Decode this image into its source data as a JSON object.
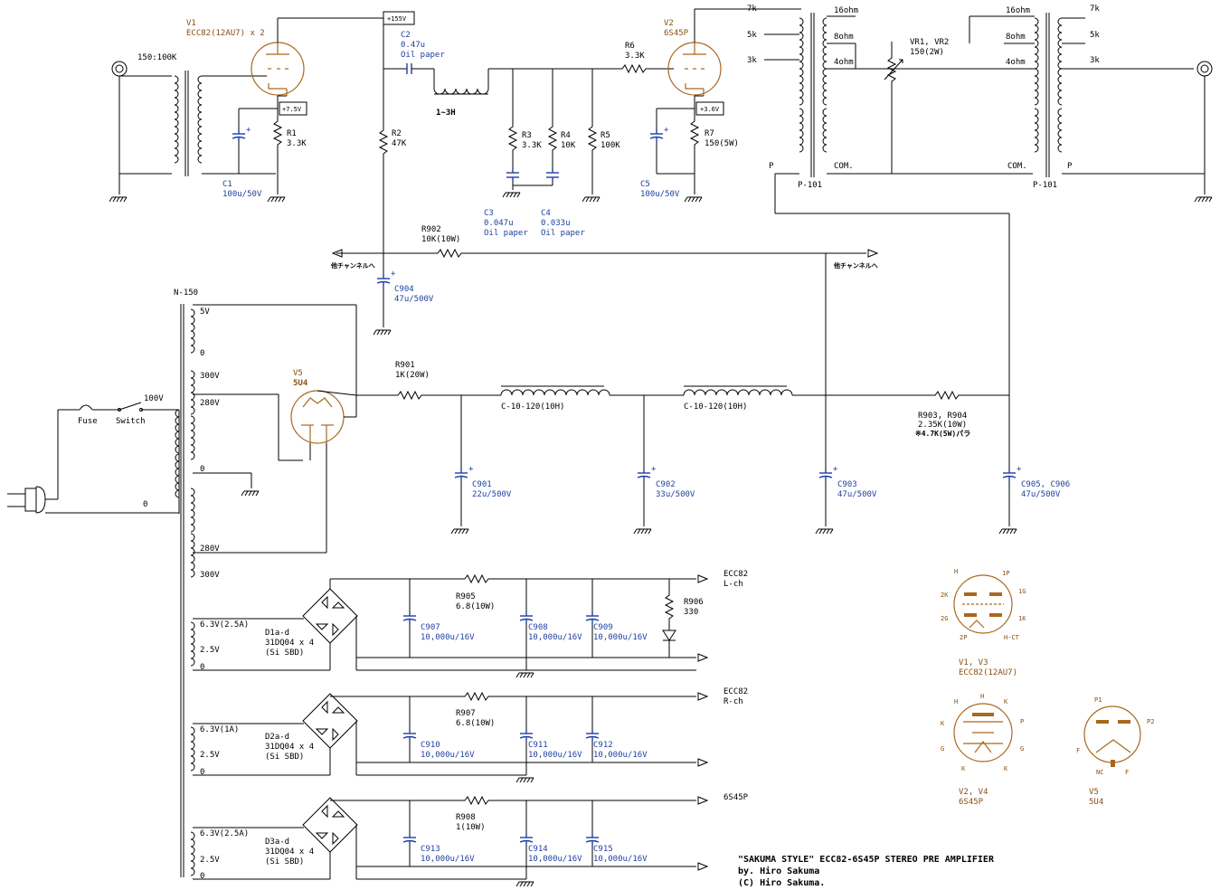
{
  "tubes": {
    "v1_ref": "V1",
    "v1_type": "ECC82(12AU7) x 2",
    "v2_ref": "V2",
    "v2_type": "6S45P",
    "v5_ref": "V5",
    "v5_type": "5U4"
  },
  "transformers": {
    "input_ratio": "150:100K",
    "output_name": "P-101",
    "tap_7k": "7k",
    "tap_5k": "5k",
    "tap_3k": "3k",
    "tap_16": "16ohm",
    "tap_8": "8ohm",
    "tap_4": "4ohm",
    "tap_com": "COM.",
    "tap_p": "P",
    "vr_label": "VR1, VR2",
    "vr_value": "150(2W)",
    "power_name": "N-150",
    "ps_5v": "5V",
    "ps_0": "0",
    "ps_300": "300V",
    "ps_280": "280V",
    "heater1": "6.3V(2.5A)",
    "heater2": "6.3V(1A)",
    "heater3": "6.3V(2.5A)",
    "heater_25": "2.5V",
    "mains_100v": "100V",
    "fuse": "Fuse",
    "switch": "Switch"
  },
  "voltages": {
    "b_plus": "+155V",
    "k1": "+7.5V",
    "k2": "+3.6V"
  },
  "components": {
    "c1_ref": "C1",
    "c1_val": "100u/50V",
    "r1_ref": "R1",
    "r1_val": "3.3K",
    "c2_ref": "C2",
    "c2_val": "0.47u",
    "c2_type": "Oil paper",
    "r2_ref": "R2",
    "r2_val": "47K",
    "choke": "1~3H",
    "r3_ref": "R3",
    "r3_val": "3.3K",
    "r4_ref": "R4",
    "r4_val": "10K",
    "r5_ref": "R5",
    "r5_val": "100K",
    "c3_ref": "C3",
    "c3_val": "0.047u",
    "c3_type": "Oil paper",
    "c4_ref": "C4",
    "c4_val": "0.033u",
    "c4_type": "Oil paper",
    "r6_ref": "R6",
    "r6_val": "3.3K",
    "r7_ref": "R7",
    "r7_val": "150(5W)",
    "c5_ref": "C5",
    "c5_val": "100u/50V",
    "r902_ref": "R902",
    "r902_val": "10K(10W)",
    "to_other_ch": "他チャンネルへ",
    "c904_ref": "C904",
    "c904_val": "47u/500V",
    "r901_ref": "R901",
    "r901_val": "1K(20W)",
    "choke_ps": "C-10-120(10H)",
    "r903_ref": "R903, R904",
    "r903_val": "2.35K(10W)",
    "r903_note": "※4.7K(5W)パラ",
    "c901_ref": "C901",
    "c901_val": "22u/500V",
    "c902_ref": "C902",
    "c902_val": "33u/500V",
    "c903_ref": "C903",
    "c903_val": "47u/500V",
    "c905_ref": "C905, C906",
    "c905_val": "47u/500V"
  },
  "heaters": {
    "d1_ref": "D1a-d",
    "d2_ref": "D2a-d",
    "d3_ref": "D3a-d",
    "diode": "31DQ04 x 4",
    "diode_note": "(Si SBD)",
    "r905_ref": "R905",
    "r905_val": "6.8(10W)",
    "r907_ref": "R907",
    "r907_val": "6.8(10W)",
    "r908_ref": "R908",
    "r908_val": "1(10W)",
    "r906_ref": "R906",
    "r906_val": "330",
    "cap_val": "10,000u/16V",
    "c907": "C907",
    "c908": "C908",
    "c909": "C909",
    "c910": "C910",
    "c911": "C911",
    "c912": "C912",
    "c913": "C913",
    "c914": "C914",
    "c915": "C915",
    "out1": "ECC82",
    "out1b": "L-ch",
    "out2": "ECC82",
    "out2b": "R-ch",
    "out3": "6S45P"
  },
  "pinouts": {
    "p1_ref": "V1, V3",
    "p1_type": "ECC82(12AU7)",
    "p2_ref": "V2, V4",
    "p2_type": "6S45P",
    "p3_ref": "V5",
    "p3_type": "5U4"
  },
  "title_block": {
    "line1": "\"SAKUMA STYLE\" ECC82-6S45P STEREO PRE AMPLIFIER",
    "line2": "by. Hiro Sakuma",
    "line3": "(C) Hiro Sakuma."
  }
}
